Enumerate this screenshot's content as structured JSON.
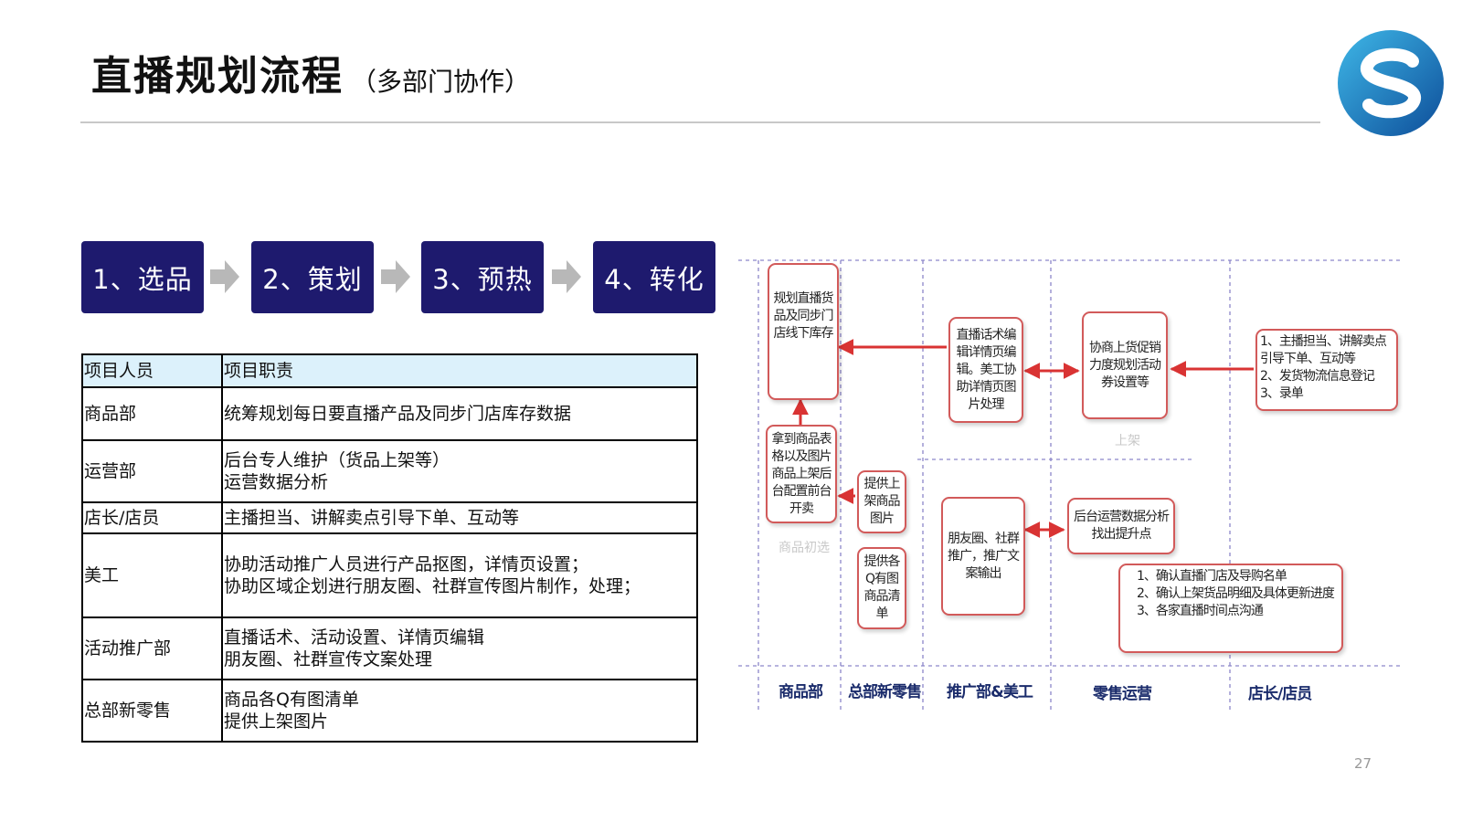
{
  "title": {
    "main": "直播规划流程",
    "sub": "（多部门协作）"
  },
  "steps": [
    "1、选品",
    "2、策划",
    "3、预热",
    "4、转化"
  ],
  "table": {
    "headers": [
      "项目人员",
      "项目职责"
    ],
    "rows": [
      {
        "role": "商品部",
        "duties": [
          "统筹规划每日要直播产品及同步门店库存数据"
        ]
      },
      {
        "role": "运营部",
        "duties": [
          "后台专人维护（货品上架等）",
          "运营数据分析"
        ]
      },
      {
        "role": "店长/店员",
        "duties": [
          "主播担当、讲解卖点引导下单、互动等"
        ]
      },
      {
        "role": "美工",
        "duties": [
          "协助活动推广人员进行产品抠图，详情页设置；",
          "协助区域企划进行朋友圈、社群宣传图片制作，处理；"
        ]
      },
      {
        "role": "活动推广部",
        "duties": [
          "直播话术、活动设置、详情页编辑",
          "朋友圈、社群宣传文案处理"
        ]
      },
      {
        "role": "总部新零售",
        "duties": [
          "商品各Q有图清单",
          "提供上架图片"
        ]
      }
    ]
  },
  "flow": {
    "boxes": {
      "plan": "规划直播货品及同步门店线下库存",
      "get": "拿到商品表格以及图片商品上架后台配置前台开卖",
      "provide_img": "提供上架商品图片",
      "provide_list": "提供各Q有图商品清单",
      "script": "直播话术编辑详情页编辑。美工协助详情页图片处理",
      "coord": "协商上货促销力度规划活动券设置等",
      "host": [
        "1、主播担当、讲解卖点",
        "引导下单、互动等",
        "2、发货物流信息登记",
        "3、录单"
      ],
      "social": "朋友圈、社群推广，推广文案输出",
      "analysis": "后台运营数据分析找出提升点",
      "confirm": [
        "1、确认直播门店及导购名单",
        "2、确认上架货品明细及具体更新进度",
        "3、各家直播时间点沟通"
      ]
    },
    "notes": {
      "select": "商品初选",
      "shelf": "上架"
    },
    "lanes": [
      "商品部",
      "总部新零售",
      "推广部&美工",
      "零售运营",
      "店长/店员"
    ]
  },
  "page_number": "27",
  "colors": {
    "step_bg": "#1e1a6e",
    "header_bg": "#dcf1fb",
    "arrow_red": "#d93333",
    "box_border": "#d25a5a",
    "lane_label": "#1a2b6b"
  }
}
